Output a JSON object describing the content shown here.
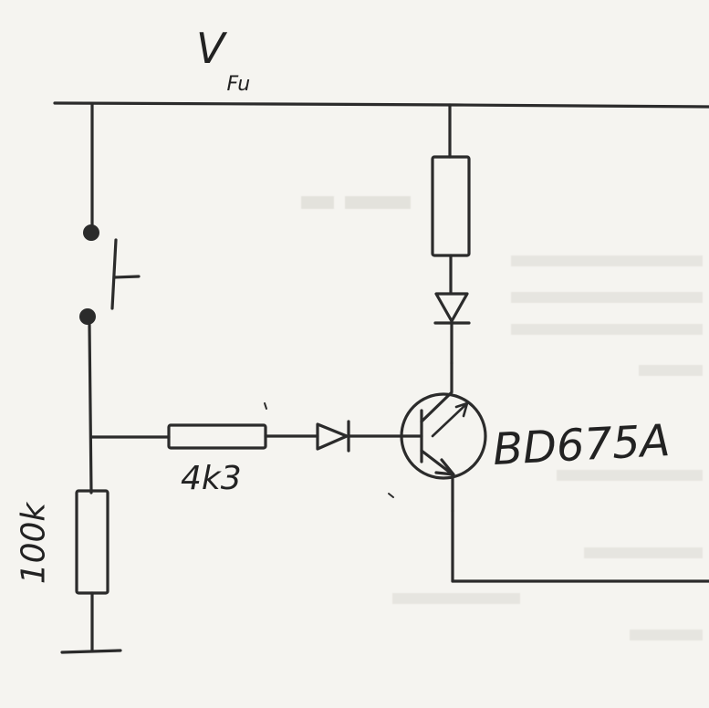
{
  "labels": {
    "supply": "V",
    "supply_sub": "Fu",
    "series_resistor": "4k3",
    "pulldown_resistor": "100k",
    "transistor": "BD675A"
  },
  "colors": {
    "ink": "#2b2b2b",
    "paper": "#f5f4f0",
    "bleed_through": "#a9a8a3"
  }
}
